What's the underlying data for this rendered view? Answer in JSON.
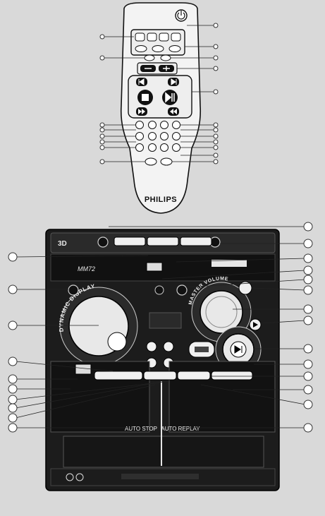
{
  "remote": {
    "brand_label": "PHILIPS",
    "power_icon": "power-icon",
    "button_group_icons": [
      "skip-previous-icon",
      "skip-next-icon",
      "stop-icon",
      "play-pause-icon",
      "rewind-icon",
      "fast-forward-icon"
    ]
  },
  "unit": {
    "brand_logo": "3D",
    "model_label": "MM72",
    "dynamic_display_label": "DYNAMIC DISPLAY",
    "master_volume_label": "MASTER VOLUME",
    "auto_stop_label": "AUTO STOP",
    "auto_replay_label": "AUTO REPLAY"
  },
  "colors": {
    "background": "#d9d9d9",
    "body_dark": "#1a1a1a",
    "body_light": "#f2f2f2",
    "callout": "#ffffff"
  }
}
